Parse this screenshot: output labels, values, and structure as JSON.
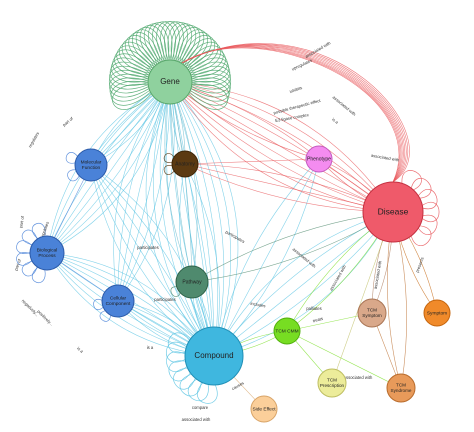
{
  "nodes": {
    "gene": {
      "label": "Gene",
      "color": "#8fd19e",
      "stroke": "#5aa86c"
    },
    "anatomy": {
      "label": "Anatomy",
      "color": "#5b3a12",
      "stroke": "#3b2508"
    },
    "phenotype": {
      "label": "Phenotype",
      "color": "#f48cf0",
      "stroke": "#c35bbf"
    },
    "disease": {
      "label": "Disease",
      "color": "#ef5a6a",
      "stroke": "#c43040"
    },
    "molecular_function": {
      "label": [
        "Molecular",
        "Function"
      ],
      "color": "#4a82d8",
      "stroke": "#2b5aa8"
    },
    "biological_process": {
      "label": [
        "Biological",
        "Process"
      ],
      "color": "#4a82d8",
      "stroke": "#2b5aa8"
    },
    "cellular_component": {
      "label": [
        "Cellular",
        "Component"
      ],
      "color": "#4a82d8",
      "stroke": "#2b5aa8"
    },
    "pathway": {
      "label": "Pathway",
      "color": "#4f8a6e",
      "stroke": "#2e6249"
    },
    "compound": {
      "label": "Compound",
      "color": "#3fb7df",
      "stroke": "#1f8fb6"
    },
    "tcm_cmm": {
      "label": "TCM CMM",
      "color": "#77dd22",
      "stroke": "#4fae0a"
    },
    "tcm_symptom": {
      "label": [
        "TCM",
        "Symptom"
      ],
      "color": "#d9a88a",
      "stroke": "#a97555"
    },
    "symptom": {
      "label": "Symptom",
      "color": "#f08a2a",
      "stroke": "#c4640c"
    },
    "tcm_prescription": {
      "label": [
        "TCM",
        "Prescription"
      ],
      "color": "#ecec9a",
      "stroke": "#bebe62"
    },
    "tcm_syndrome": {
      "label": [
        "TCM",
        "Syndrome"
      ],
      "color": "#e89a5a",
      "stroke": "#b96c2c"
    },
    "side_effect": {
      "label": "Side Effect",
      "color": "#fbcf9a",
      "stroke": "#d8a468"
    }
  },
  "edge_labels": [
    "associated with",
    "upregulates",
    "inhibits",
    "possible therapeutic effect",
    "E3 ligase complex",
    "associated with",
    "is a",
    "associated with",
    "part of",
    "regulates",
    "regulates",
    "part of",
    "negatively...",
    "positively...",
    "is a",
    "participates",
    "participates",
    "participates",
    "includes",
    "associated with",
    "associated with",
    "associated with",
    "compare",
    "causes",
    "associated with",
    "part of",
    "is a",
    "presents",
    "treats",
    "associated with",
    "palliates",
    "associated with"
  ]
}
